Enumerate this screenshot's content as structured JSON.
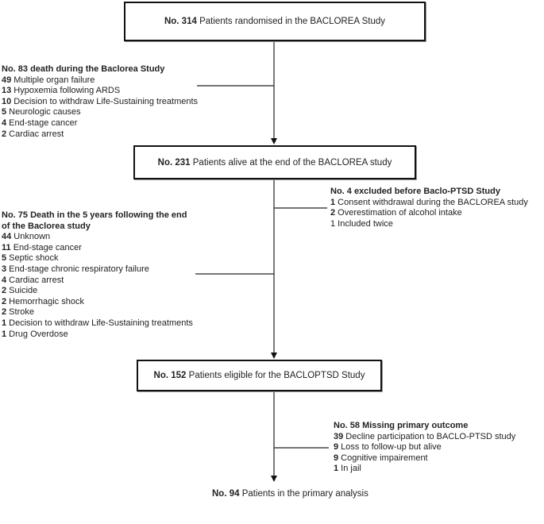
{
  "boxes": [
    {
      "num": "No. 314",
      "text": " Patients randomised in the BACLOREA Study"
    },
    {
      "num": "No. 231",
      "text": " Patients alive at the end of the BACLOREA study"
    },
    {
      "num": "No. 152",
      "text": " Patients eligible for the BACLOPTSD Study"
    }
  ],
  "final": {
    "num": "No. 94",
    "text": " Patients  in the primary analysis"
  },
  "branches": {
    "death_during": {
      "title": "No. 83 death during the Baclorea Study",
      "items": [
        {
          "n": "49",
          "t": " Multiple organ failure"
        },
        {
          "n": "13",
          "t": " Hypoxemia following ARDS"
        },
        {
          "n": "10",
          "t": " Decision to withdraw Life-Sustaining treatments"
        },
        {
          "n": "5",
          "t": " Neurologic causes"
        },
        {
          "n": "4",
          "t": " End-stage cancer"
        },
        {
          "n": "2",
          "t": " Cardiac arrest"
        }
      ]
    },
    "excluded": {
      "title": "No. 4 excluded before Baclo-PTSD Study",
      "items": [
        {
          "n": "1",
          "t": " Consent withdrawal during the BACLOREA study"
        },
        {
          "n": "2",
          "t": " Overestimation of alcohol intake"
        },
        {
          "n": "",
          "t": "1 Included twice"
        }
      ]
    },
    "death_after": {
      "title1": "No. 75 Death in the 5 years following the end",
      "title2": "of the Baclorea study",
      "items": [
        {
          "n": "44",
          "t": " Unknown"
        },
        {
          "n": "11",
          "t": " End-stage cancer"
        },
        {
          "n": "5",
          "t": " Septic shock"
        },
        {
          "n": "3",
          "t": " End-stage chronic respiratory failure"
        },
        {
          "n": "4",
          "t": " Cardiac arrest"
        },
        {
          "n": "2",
          "t": " Suicide"
        },
        {
          "n": "2",
          "t": " Hemorrhagic shock"
        },
        {
          "n": "2",
          "t": " Stroke"
        },
        {
          "n": "1",
          "t": " Decision to withdraw Life-Sustaining treatments"
        },
        {
          "n": "1",
          "t": " Drug Overdose"
        }
      ]
    },
    "missing": {
      "title": "No. 58 Missing primary outcome",
      "items": [
        {
          "n": "39",
          "t": " Decline participation to BACLO-PTSD study"
        },
        {
          "n": "9",
          "t": " Loss to follow-up but alive"
        },
        {
          "n": "9",
          "t": " Cognitive impairement"
        },
        {
          "n": "1",
          "t": " In jail"
        }
      ]
    }
  }
}
